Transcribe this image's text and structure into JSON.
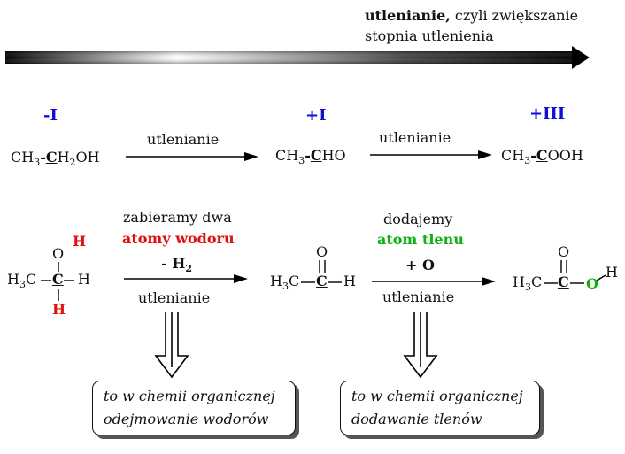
{
  "header": {
    "title_bold": "utlenianie,",
    "title_rest": " czyli zwiększanie",
    "title_line2": "stopnia utlenienia"
  },
  "colors": {
    "oxidation_state": "#1010d0",
    "hydrogen": "#e01010",
    "oxygen": "#10b010"
  },
  "oxidation_states": [
    "-I",
    "+I",
    "+III"
  ],
  "formulas": {
    "f1": {
      "pre": "CH",
      "sub1": "3",
      "dash": "-",
      "c": "C",
      "mid": "H",
      "sub2": "2",
      "post": "OH"
    },
    "f2": {
      "pre": "CH",
      "sub1": "3",
      "dash": "-",
      "c": "C",
      "post": "HO"
    },
    "f3": {
      "pre": "CH",
      "sub1": "3",
      "dash": "-",
      "c": "C",
      "post": "OOH"
    }
  },
  "reactions": {
    "arrow1_label": "utlenianie",
    "arrow2_label": "utlenianie"
  },
  "structures": {
    "ethanol": {
      "ch3": "H",
      "ch3_sub": "3",
      "ch3_c": "C",
      "c": "C",
      "o": "O",
      "h_on_o": "H",
      "h_right": "H",
      "h_bottom": "H"
    },
    "aldehyde": {
      "ch3": "H",
      "ch3_sub": "3",
      "ch3_c": "C",
      "c": "C",
      "o": "O",
      "h": "H"
    },
    "acid": {
      "ch3": "H",
      "ch3_sub": "3",
      "ch3_c": "C",
      "c": "C",
      "o_top": "O",
      "o_right": "O",
      "h": "H"
    }
  },
  "step1": {
    "line1": "zabieramy dwa",
    "line2": "atomy wodoru",
    "reagent": "- H",
    "reagent_sub": "2",
    "below": "utlenianie"
  },
  "step2": {
    "line1": "dodajemy",
    "line2": "atom tlenu",
    "reagent": "+ O",
    "below": "utlenianie"
  },
  "boxes": {
    "left": {
      "line1": "to w chemii organicznej",
      "line2": "odejmowanie wodorów"
    },
    "right": {
      "line1": "to w chemii organicznej",
      "line2": "dodawanie tlenów"
    }
  }
}
